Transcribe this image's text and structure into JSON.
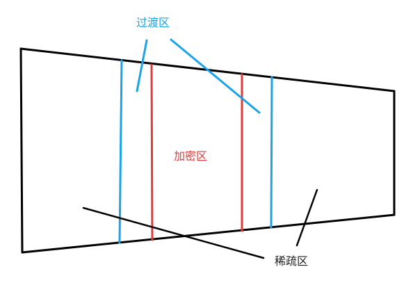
{
  "labels": {
    "transition_zone": "过渡区",
    "dense_zone": "加密区",
    "sparse_zone": "稀疏区"
  },
  "colors": {
    "outline": "#000000",
    "transition": "#1aa3e8",
    "dense": "#e03a3a",
    "sparse_text": "#222222",
    "background": "#ffffff"
  }
}
